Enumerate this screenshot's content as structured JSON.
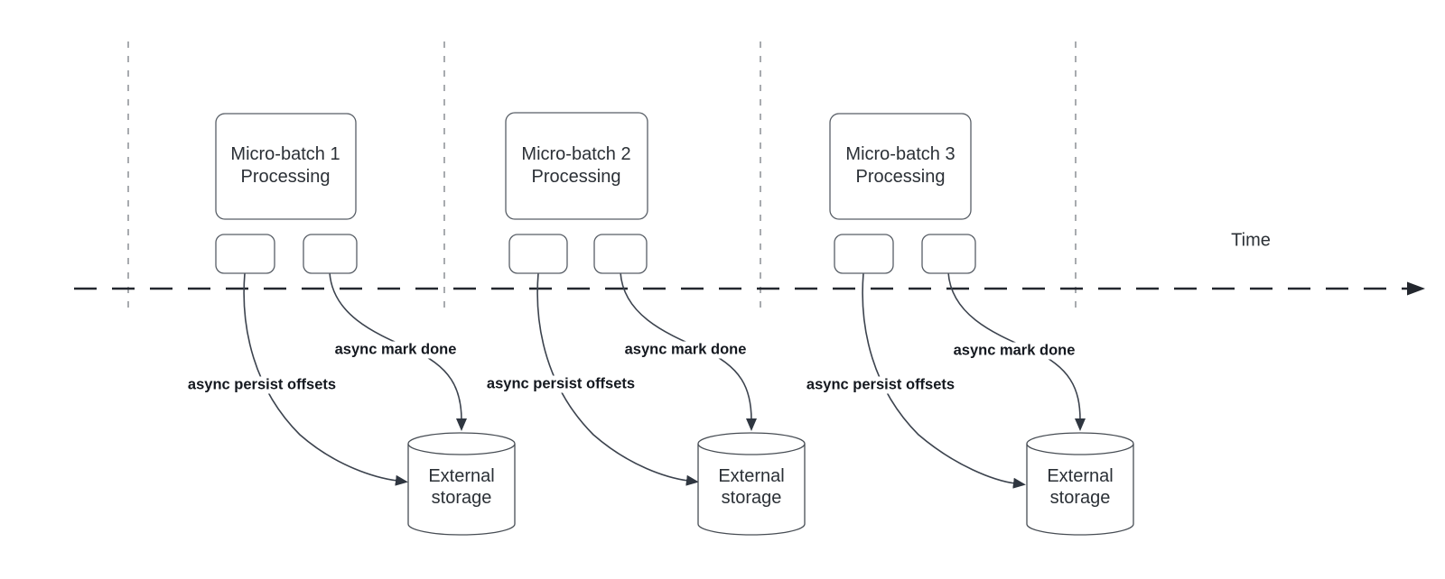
{
  "diagram": {
    "time_label": "Time",
    "groups": [
      {
        "box_line1": "Micro-batch 1",
        "box_line2": "Processing",
        "persist_label": "async persist offsets",
        "mark_label": "async mark done",
        "storage_line1": "External",
        "storage_line2": "storage"
      },
      {
        "box_line1": "Micro-batch 2",
        "box_line2": "Processing",
        "persist_label": "async persist offsets",
        "mark_label": "async mark done",
        "storage_line1": "External",
        "storage_line2": "storage"
      },
      {
        "box_line1": "Micro-batch 3",
        "box_line2": "Processing",
        "persist_label": "async persist offsets",
        "mark_label": "async mark done",
        "storage_line1": "External",
        "storage_line2": "storage"
      }
    ],
    "colors": {
      "background": "#ffffff",
      "node_stroke": "#585e66",
      "curve_stroke": "#3c434e",
      "timeline_stroke": "#23272e",
      "guide_stroke": "#a8abaf",
      "node_text": "#2b3036",
      "async_label_text": "#14181f"
    }
  }
}
